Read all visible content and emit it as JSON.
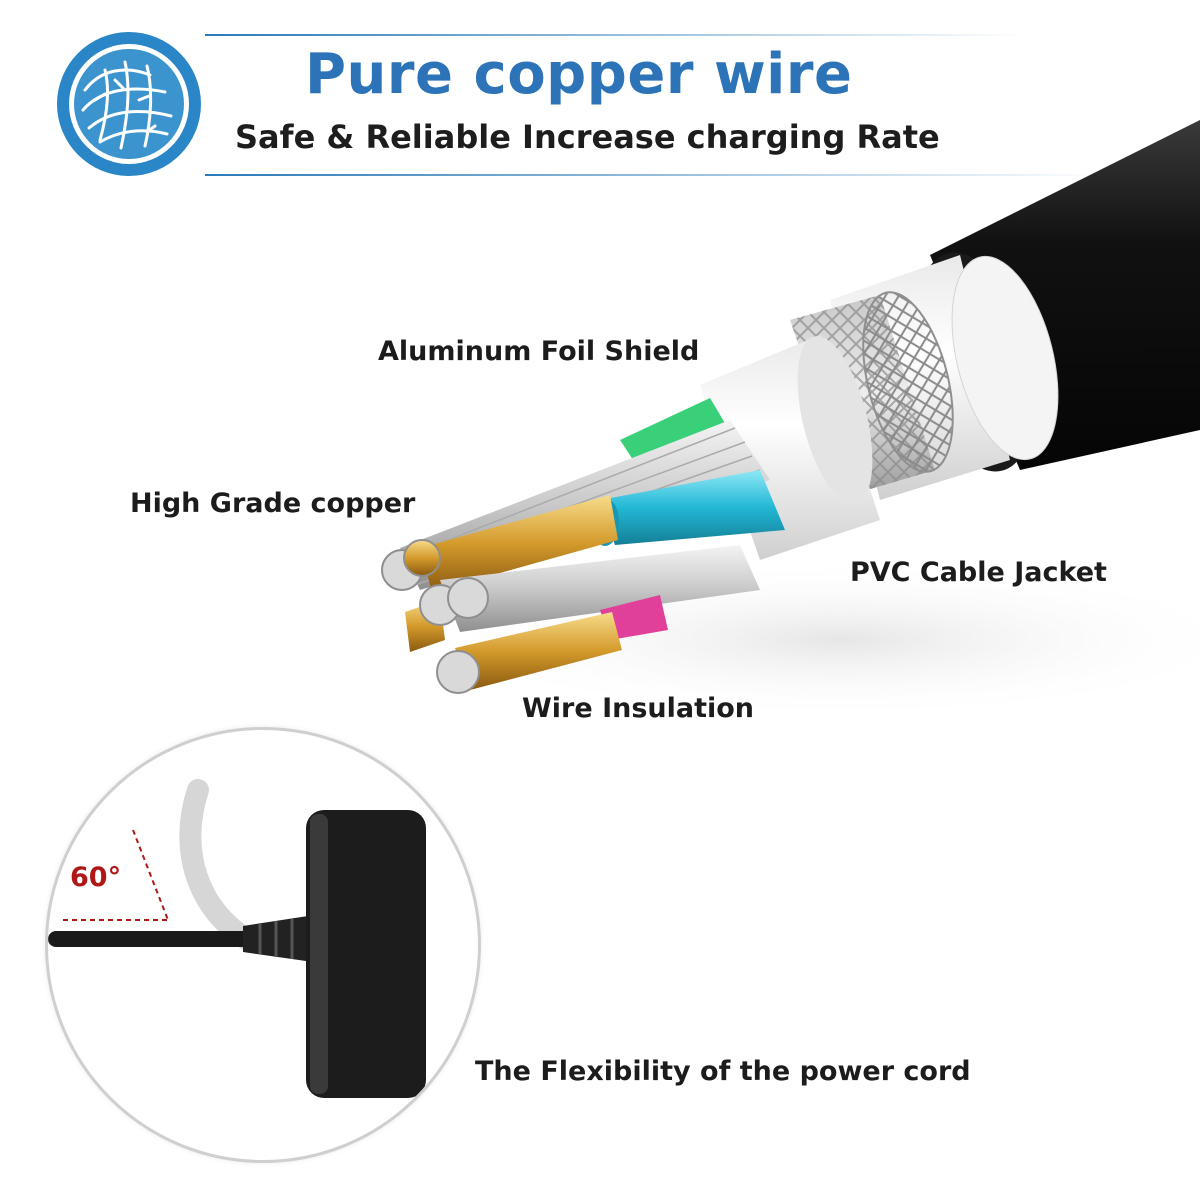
{
  "header": {
    "title": "Pure copper wire",
    "subtitle": "Safe & Reliable Increase charging Rate"
  },
  "labels": {
    "foil_shield": "Aluminum Foil Shield",
    "copper": "High Grade copper",
    "jacket": "PVC Cable Jacket",
    "insulation": "Wire Insulation",
    "flexibility": "The Flexibility of the power cord"
  },
  "inset": {
    "angle": "60°"
  },
  "colors": {
    "title_blue": "#2c73b8",
    "logo_blue": "#2a86c6",
    "angle_red": "#b01818",
    "jacket_black": "#111111"
  }
}
